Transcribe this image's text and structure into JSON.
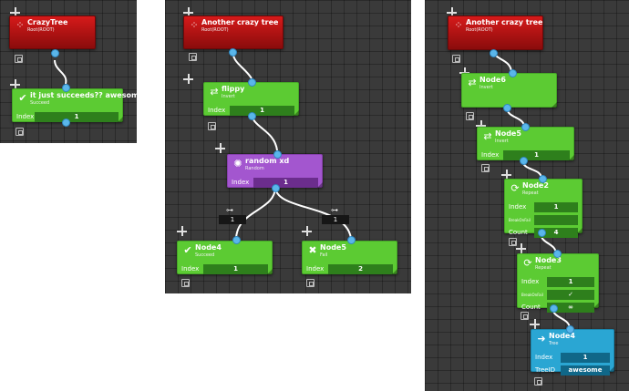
{
  "panel1": {
    "root": {
      "title": "CrazyTree",
      "subtitle": "Root(ROOT)"
    },
    "node": {
      "title": "it just succeeds?? awesome.",
      "subtitle": "Succeed",
      "index_label": "Index",
      "index_value": "1"
    }
  },
  "panel2": {
    "root": {
      "title": "Another crazy tree",
      "subtitle": "Root(ROOT)"
    },
    "flippy": {
      "title": "flippy",
      "subtitle": "Invert",
      "index_label": "Index",
      "index_value": "1"
    },
    "random": {
      "title": "random xd",
      "subtitle": "Random",
      "index_label": "Index",
      "index_value": "1"
    },
    "weight_left": "1",
    "weight_right": "1",
    "node4": {
      "title": "Node4",
      "subtitle": "Succeed",
      "index_label": "Index",
      "index_value": "1"
    },
    "node5": {
      "title": "Node5",
      "subtitle": "Fail",
      "index_label": "Index",
      "index_value": "2"
    }
  },
  "panel3": {
    "root": {
      "title": "Another crazy tree",
      "subtitle": "Root(ROOT)"
    },
    "node6": {
      "title": "Node6",
      "subtitle": "Invert"
    },
    "node5": {
      "title": "Node5",
      "subtitle": "Invert",
      "index_label": "Index",
      "index_value": "1"
    },
    "node2": {
      "title": "Node2",
      "subtitle": "Repeat",
      "index_label": "Index",
      "index_value": "1",
      "break_label": "BreakOnFail",
      "break_value": "",
      "count_label": "Count",
      "count_value": "4"
    },
    "node3": {
      "title": "Node3",
      "subtitle": "Repeat",
      "index_label": "Index",
      "index_value": "1",
      "break_label": "BreakOnFail",
      "break_value": "✓",
      "count_label": "Count",
      "count_value": "∞"
    },
    "node4": {
      "title": "Node4",
      "subtitle": "Tree",
      "index_label": "Index",
      "index_value": "1",
      "treeid_label": "TreeID",
      "treeid_value": "awesome"
    }
  },
  "colors": {
    "canvas": "#3a3a3a",
    "succeed": "#5ccb33",
    "root": "#b01212",
    "random": "#a356cf",
    "tree": "#2aa6d3",
    "port": "#5ab6ea"
  },
  "icons": {
    "root": "root-icon",
    "succeed": "checkmark-icon",
    "invert": "swap-arrows-icon",
    "random": "spinner-icon",
    "fail": "x-icon",
    "repeat": "repeat-icon",
    "tree": "arrow-right-icon"
  }
}
